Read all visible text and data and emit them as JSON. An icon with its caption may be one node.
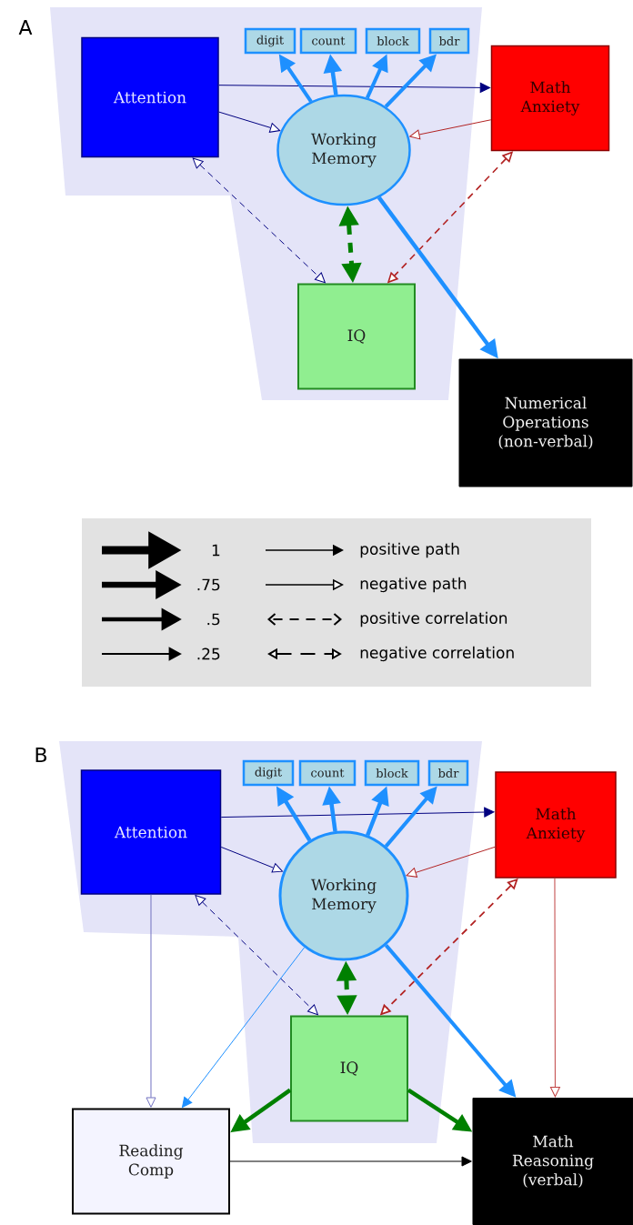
{
  "diagram": {
    "nodes": [
      {
        "text": [
          "Attention"
        ]
      },
      {
        "text": [
          "Working Memory"
        ]
      },
      {
        "text": [
          "digit"
        ]
      },
      {
        "text": [
          "count"
        ]
      },
      {
        "text": [
          "block"
        ]
      },
      {
        "text": [
          "bdr"
        ]
      },
      {
        "text": [
          "Math Anxiety"
        ]
      },
      {
        "text": [
          "IQ"
        ]
      },
      {
        "text": [
          "Numerical Operations (non-verbal)"
        ]
      },
      {
        "text": [
          "Attention"
        ]
      },
      {
        "text": [
          "Working Memory"
        ]
      },
      {
        "text": [
          "digit"
        ]
      },
      {
        "text": [
          "count"
        ]
      },
      {
        "text": [
          "block"
        ]
      },
      {
        "text": [
          "bdr"
        ]
      },
      {
        "text": [
          "Math Anxiety"
        ]
      },
      {
        "text": [
          "IQ"
        ]
      },
      {
        "text": [
          "Reading Comp"
        ]
      },
      {
        "text": [
          "Math Reasoning (verbal)"
        ]
      }
    ],
    "edges": [
      {
        "from": 0,
        "to": 6,
        "arrow": "to",
        "color": "#000080"
      },
      {
        "from": 0,
        "to": 1,
        "arrow": "to",
        "color": "#000080"
      },
      {
        "from": 1,
        "to": 2,
        "arrow": "to",
        "style": "thick"
      },
      {
        "from": 1,
        "to": 3,
        "arrow": "to",
        "style": "thick"
      },
      {
        "from": 1,
        "to": 4,
        "arrow": "to",
        "style": "thick"
      },
      {
        "from": 1,
        "to": 5,
        "arrow": "to",
        "style": "thick"
      },
      {
        "from": 6,
        "to": 1,
        "arrow": "to",
        "color": "#b22222"
      },
      {
        "from": 0,
        "to": 7,
        "arrow": "both",
        "style": "dashed",
        "color": "#000080"
      },
      {
        "from": 1,
        "to": 7,
        "arrow": "both",
        "style": "dashed",
        "color": "#008000"
      },
      {
        "from": 6,
        "to": 7,
        "arrow": "both",
        "style": "dashed",
        "color": "#b22222"
      },
      {
        "from": 1,
        "to": 8,
        "arrow": "to",
        "style": "thick"
      },
      {
        "from": 9,
        "to": 15,
        "arrow": "to",
        "color": "#000080"
      },
      {
        "from": 9,
        "to": 10,
        "arrow": "to",
        "color": "#000080"
      },
      {
        "from": 10,
        "to": 11,
        "arrow": "to",
        "style": "thick"
      },
      {
        "from": 10,
        "to": 12,
        "arrow": "to",
        "style": "thick"
      },
      {
        "from": 10,
        "to": 13,
        "arrow": "to",
        "style": "thick"
      },
      {
        "from": 10,
        "to": 14,
        "arrow": "to",
        "style": "thick"
      },
      {
        "from": 15,
        "to": 10,
        "arrow": "to",
        "color": "#b22222"
      },
      {
        "from": 9,
        "to": 16,
        "arrow": "both",
        "style": "dashed",
        "color": "#000080"
      },
      {
        "from": 10,
        "to": 16,
        "arrow": "both",
        "style": "dashed",
        "color": "#008000"
      },
      {
        "from": 15,
        "to": 16,
        "arrow": "both",
        "style": "dashed",
        "color": "#b22222"
      },
      {
        "from": 9,
        "to": 17,
        "arrow": "to",
        "color": "#7070c0"
      },
      {
        "from": 10,
        "to": 17,
        "arrow": "to"
      },
      {
        "from": 10,
        "to": 18,
        "arrow": "to",
        "style": "thick"
      },
      {
        "from": 15,
        "to": 18,
        "arrow": "to",
        "color": "#c04040"
      },
      {
        "from": 16,
        "to": 17,
        "arrow": "to",
        "style": "thick",
        "color": "#008000"
      },
      {
        "from": 16,
        "to": 18,
        "arrow": "to",
        "style": "thick",
        "color": "#008000"
      },
      {
        "from": 17,
        "to": 18,
        "arrow": "to",
        "color": "#000000"
      }
    ],
    "labels": [
      "A",
      "B"
    ],
    "legend": [
      {
        "text": "1"
      },
      {
        "text": "positive path"
      },
      {
        "text": ".75"
      },
      {
        "text": "negative path"
      },
      {
        "text": ".5"
      },
      {
        "text": "positive correlation"
      },
      {
        "text": ".25"
      },
      {
        "text": "negative correlation"
      }
    ]
  }
}
